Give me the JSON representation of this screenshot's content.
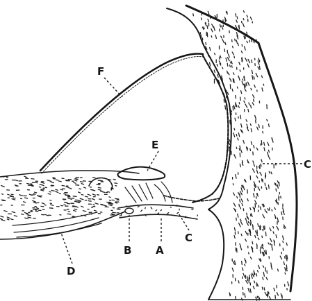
{
  "figure": {
    "labels": {
      "A": "A",
      "B": "B",
      "C_left": "C",
      "C_right": "C",
      "D": "D",
      "E": "E",
      "F": "F"
    },
    "colors": {
      "ink": "#161616",
      "background": "#ffffff"
    }
  }
}
